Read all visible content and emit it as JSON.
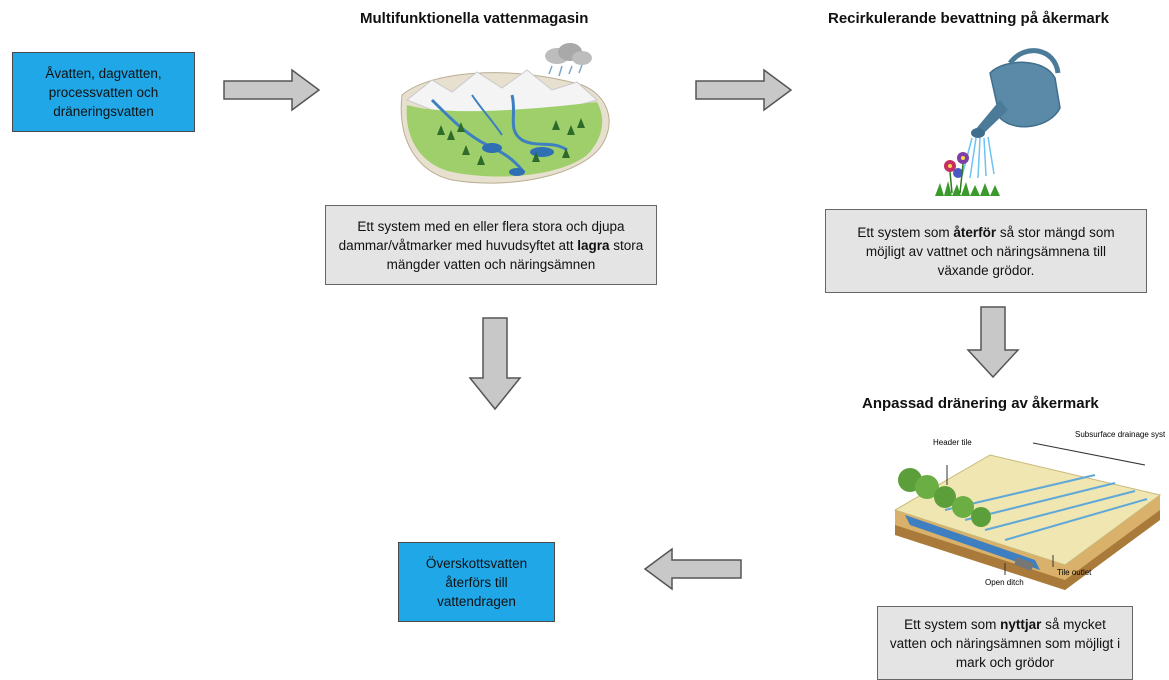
{
  "nodes": {
    "source": {
      "text": "Åvatten, dagvatten, processvatten och dräneringsvatten"
    },
    "magasin": {
      "heading": "Multifunktionella vattenmagasin",
      "desc_pre": "Ett system med en eller flera stora och djupa dammar/våtmarker med huvudsyftet att ",
      "desc_bold": "lagra",
      "desc_post": " stora mängder vatten och näringsämnen"
    },
    "bevattning": {
      "heading": "Recirkulerande bevattning på åkermark",
      "desc_pre": "Ett system som ",
      "desc_bold": "återför",
      "desc_post": " så stor mängd som möjligt av vattnet och näringsämnena till växande grödor."
    },
    "dranering": {
      "heading": "Anpassad dränering av åkermark",
      "desc_pre": "Ett system som ",
      "desc_bold": "nyttjar",
      "desc_post": " så mycket vatten och näringsämnen som möjligt i mark och grödor",
      "illustration_labels": {
        "header_tile": "Header tile",
        "subsurface": "Subsurface drainage system",
        "tile_outlet": "Tile outlet",
        "open_ditch": "Open ditch"
      }
    },
    "output": {
      "text": "Överskottsvatten återförs till vattendragen"
    }
  },
  "icons": [
    "reservoir-landscape-illustration",
    "watering-can-illustration",
    "field-drainage-illustration"
  ],
  "colors": {
    "blue_box": "#1fa7e8",
    "grey_box": "#e4e4e4",
    "arrow_fill": "#c8c8c8",
    "arrow_stroke": "#555555"
  }
}
